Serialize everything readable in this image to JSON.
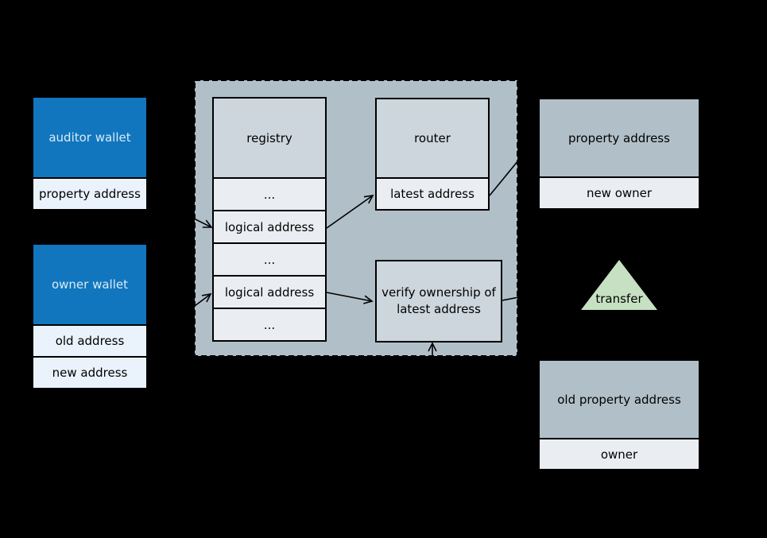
{
  "diagram": {
    "background": "#000000",
    "colors": {
      "wallet_fill": "#1176bd",
      "wallet_text": "#d9eaf8",
      "wallet_row_fill": "#eaf3fc",
      "region_fill": "#b1bfc8",
      "contract_header_fill": "#cdd6dd",
      "contract_row_fill": "#eaeef2",
      "property_header_fill": "#b1bfc8",
      "transfer_fill": "#c6e1c2",
      "line_color": "#000000"
    },
    "wallets": {
      "auditor": {
        "title": "auditor wallet",
        "rows": [
          "property address"
        ]
      },
      "owner": {
        "title": "owner wallet",
        "rows": [
          "old address",
          "new address"
        ]
      }
    },
    "registry": {
      "title": "registry",
      "rows": [
        "...",
        "logical address",
        "...",
        "logical address",
        "..."
      ]
    },
    "router": {
      "title": "router",
      "rows": [
        "latest address"
      ]
    },
    "verify": {
      "line1": "verify ownership of",
      "line2": "latest address"
    },
    "property": {
      "title": "property address",
      "rows": [
        "new owner"
      ]
    },
    "old_property": {
      "title": "old property address",
      "rows": [
        "owner"
      ]
    },
    "transfer": {
      "label": "transfer"
    }
  }
}
